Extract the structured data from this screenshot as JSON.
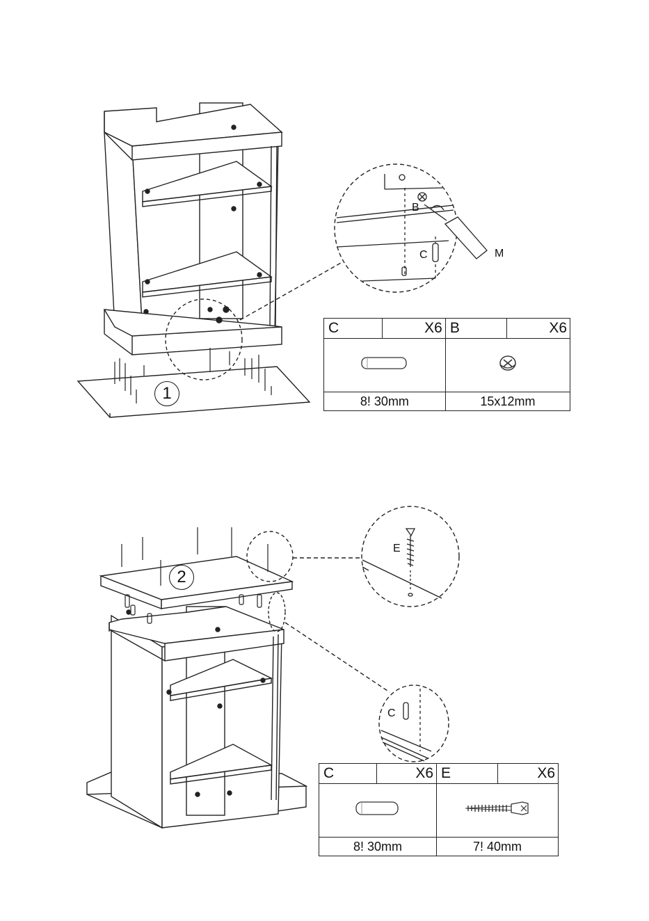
{
  "steps": [
    {
      "number": "1",
      "callouts": {
        "b": "B",
        "c": "C",
        "m": "M"
      },
      "parts": [
        {
          "label": "C",
          "qty": "X6",
          "size": "8! 30mm",
          "icon": "dowel-icon"
        },
        {
          "label": "B",
          "qty": "X6",
          "size": "15x12mm",
          "icon": "cam-lock-icon"
        }
      ]
    },
    {
      "number": "2",
      "callouts": {
        "e": "E",
        "c": "C"
      },
      "parts": [
        {
          "label": "C",
          "qty": "X6",
          "size": "8! 30mm",
          "icon": "dowel-icon"
        },
        {
          "label": "E",
          "qty": "X6",
          "size": "7! 40mm",
          "icon": "screw-icon"
        }
      ]
    }
  ],
  "colors": {
    "line": "#222222",
    "background": "#ffffff"
  }
}
